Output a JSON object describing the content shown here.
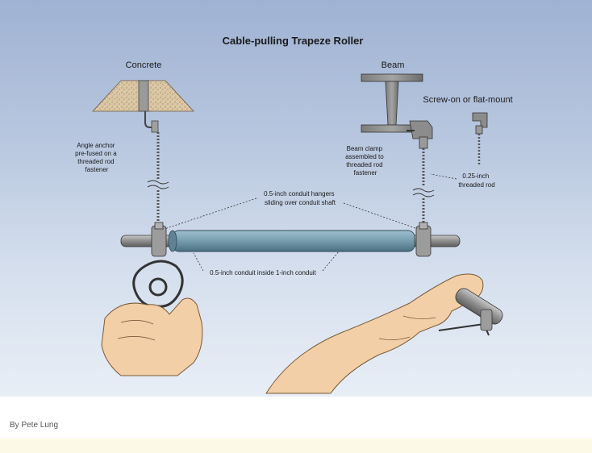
{
  "diagram": {
    "title": "Cable-pulling Trapeze Roller",
    "labels": {
      "concrete": "Concrete",
      "beam": "Beam",
      "screw_on_alt": "Screw-on or flat-mount",
      "anchor_note": [
        "Angle anchor",
        "pre-fused on a",
        "threaded rod",
        "fastener"
      ],
      "beam_clamp_note": [
        "Beam clamp",
        "assembled to",
        "threaded rod",
        "fastener"
      ],
      "threaded_rod_note": [
        "0.25-inch",
        "threaded rod"
      ],
      "hangers_note": [
        "0.5-inch conduit hangers",
        "sliding over conduit shaft"
      ],
      "conduit_note": "0.5-inch conduit inside 1-inch conduit"
    }
  },
  "credit": "By Pete Lung",
  "colors": {
    "background_top": "#9fb2d3",
    "roller": "#6f97a8",
    "skin": "#f2cfa6",
    "metal": "#8a8a8a",
    "concrete": "#d8c3a0"
  }
}
